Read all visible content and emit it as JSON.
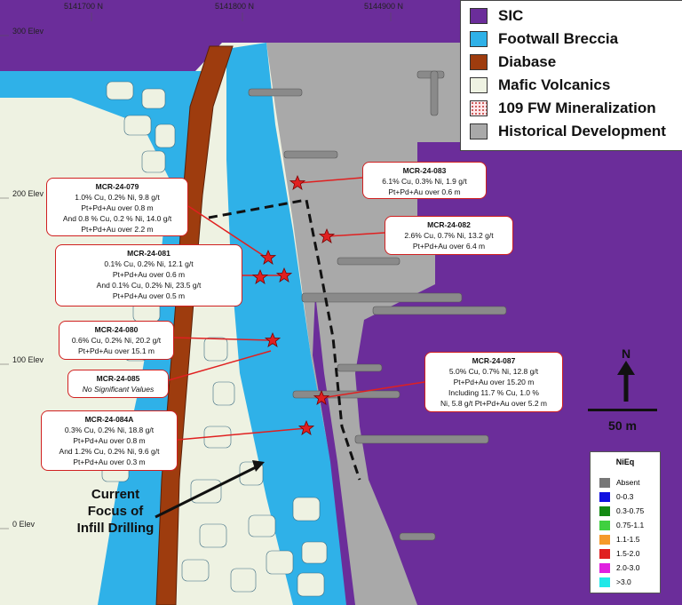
{
  "grid_labels": {
    "e1": "5141700 N",
    "e2": "5141800 N",
    "e3": "5144900 N"
  },
  "elevation_labels": {
    "e300": "300 Elev",
    "e200": "200 Elev",
    "e100": "100 Elev",
    "e0": "0 Elev"
  },
  "legend": [
    {
      "label": "SIC",
      "color": "#6b2d9a"
    },
    {
      "label": "Footwall Breccia",
      "color": "#2fb1e8"
    },
    {
      "label": "Diabase",
      "color": "#9e3c0e"
    },
    {
      "label": "Mafic Volcanics",
      "color": "#eef2e2"
    },
    {
      "label": "109 FW Mineralization",
      "color": "#fde8ea"
    },
    {
      "label": "Historical Development",
      "color": "#a9a9a9"
    }
  ],
  "callouts": {
    "c079": {
      "title": "MCR-24-079",
      "lines": [
        "1.0% Cu, 0.2% Ni, 9.8 g/t",
        "Pt+Pd+Au over 0.8 m",
        "And 0.8 % Cu, 0.2 % Ni, 14.0 g/t",
        "Pt+Pd+Au over 2.2 m"
      ]
    },
    "c083": {
      "title": "MCR-24-083",
      "lines": [
        "6.1% Cu, 0.3% Ni, 1.9 g/t",
        "Pt+Pd+Au over 0.6 m"
      ]
    },
    "c082": {
      "title": "MCR-24-082",
      "lines": [
        "2.6% Cu, 0.7% Ni, 13.2 g/t",
        "Pt+Pd+Au over 6.4 m"
      ]
    },
    "c081": {
      "title": "MCR-24-081",
      "lines": [
        "0.1% Cu, 0.2% Ni, 12.1 g/t",
        "Pt+Pd+Au over 0.6 m",
        "And 0.1% Cu, 0.2% Ni, 23.5 g/t",
        "Pt+Pd+Au over 0.5 m"
      ]
    },
    "c080": {
      "title": "MCR-24-080",
      "lines": [
        "0.6% Cu, 0.2% Ni, 20.2 g/t",
        "Pt+Pd+Au over 15.1 m"
      ]
    },
    "c085": {
      "title": "MCR-24-085",
      "lines": [],
      "note": "No Significant Values"
    },
    "c087": {
      "title": "MCR-24-087",
      "lines": [
        "5.0% Cu, 0.7% Ni, 12.8 g/t",
        "Pt+Pd+Au over 15.20 m",
        "Including 11.7 % Cu, 1.0 %",
        "Ni, 5.8 g/t Pt+Pd+Au over 5.2 m"
      ]
    },
    "c084": {
      "title": "MCR-24-084A",
      "lines": [
        "0.3% Cu, 0.2% Ni, 18.8 g/t",
        "Pt+Pd+Au over 0.8 m",
        "And 1.2% Cu, 0.2% Ni, 9.6 g/t",
        "Pt+Pd+Au over 0.3 m"
      ]
    }
  },
  "focus_text": [
    "Current",
    "Focus of",
    "Infill Drilling"
  ],
  "north_label": "N",
  "scale_label": "50 m",
  "nieq_legend": {
    "title": "NiEq",
    "items": [
      {
        "label": "Absent",
        "color": "#777777"
      },
      {
        "label": "0-0.3",
        "color": "#1010e0"
      },
      {
        "label": "0.3-0.75",
        "color": "#148a14"
      },
      {
        "label": "0.75-1.1",
        "color": "#40d040"
      },
      {
        "label": "1.1-1.5",
        "color": "#f59a2a"
      },
      {
        "label": "1.5-2.0",
        "color": "#e02020"
      },
      {
        "label": "2.0-3.0",
        "color": "#e020e0"
      },
      {
        "label": ">3.0",
        "color": "#20e8e8"
      }
    ]
  }
}
